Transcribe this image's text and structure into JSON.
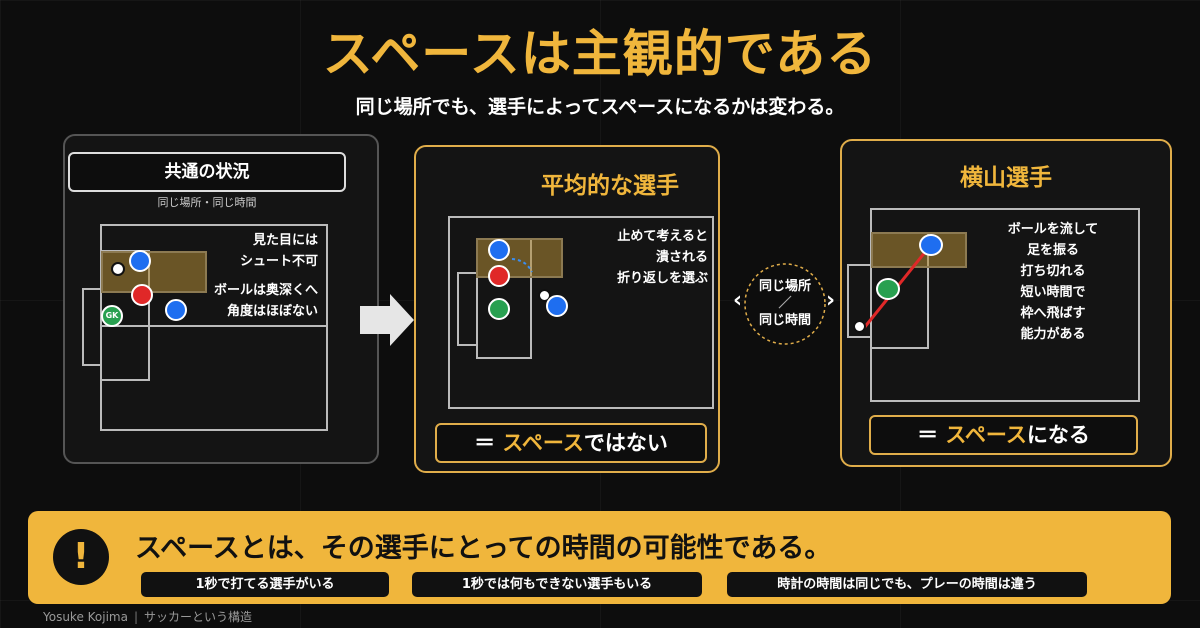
{
  "title": "スペースは主観的である",
  "subtitle": "同じ場所でも、選手によってスペースになるかは変わる。",
  "common_panel": {
    "heading": "共通の状況",
    "caption": "同じ場所・同じ時間",
    "note_1": "見た目には\nシュート不可",
    "note_2": "ボールは奥深くへ\n角度はほぼない",
    "gk_label": "GK"
  },
  "average_panel": {
    "heading": "平均的な選手",
    "note": "止めて考えると\n潰される\n折り返しを選ぶ",
    "result_prefix": "＝ ",
    "result_highlight": "スペース",
    "result_suffix": "ではない"
  },
  "middle_badge": {
    "line_1": "同じ場所",
    "divider": "／",
    "line_2": "同じ時間",
    "left_arrow": "‹",
    "right_arrow": "›"
  },
  "yokoyama_panel": {
    "heading": "横山選手",
    "note": "ボールを流して\n足を振る\n打ち切れる\n短い時間で\n枠へ飛ばす\n能力がある",
    "result_prefix": "＝ ",
    "result_highlight": "スペース",
    "result_suffix": "になる"
  },
  "banner": {
    "icon": "!",
    "statement": "スペースとは、その選手にとっての時間の可能性である。",
    "pills": [
      "1秒で打てる選手がいる",
      "1秒では何もできない選手もいる",
      "時計の時間は同じでも、プレーの時間は違う"
    ]
  },
  "footer": {
    "author": "Yosuke Kojima",
    "separator": "|",
    "series": "サッカーという構造"
  },
  "colors": {
    "accent": "#f0b63c",
    "blue": "#1e6ef0",
    "red": "#e02828",
    "green": "#28a050",
    "zone": "#b08a34"
  }
}
